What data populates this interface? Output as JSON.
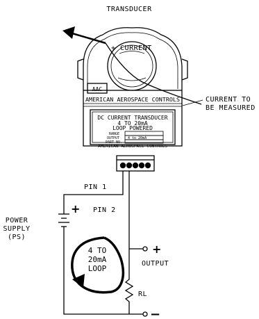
{
  "title": "TRANSDUCER",
  "current_arrow_label": "+ CURRENT",
  "logo_text": "AAC",
  "company_name": "AMERICAN AEROSPACE CONTROLS",
  "current_to_be_measured": [
    "CURRENT TO",
    "BE MEASURED"
  ],
  "nameplate": {
    "line1": "DC CURRENT TRANSDUCER",
    "line2": "4 TO 20mA",
    "line3": "LOOP POWERED",
    "range_label": "RANGE",
    "output_label": "OUTPUT",
    "output_value": "4 to 20mA",
    "part_label": "PART NO.",
    "footer": "AMERICAN AEROSPACE CONTROLS"
  },
  "pin1_label": "PIN 1",
  "pin2_label": "PIN 2",
  "power_supply_label": [
    "POWER",
    "SUPPLY",
    "(PS)"
  ],
  "ps_plus": "+",
  "loop_label": [
    "4 TO",
    "20mA",
    "LOOP"
  ],
  "output_label": "OUTPUT",
  "output_plus": "+",
  "rl_label": "RL",
  "bottom_minus": "−",
  "colors": {
    "line": "#000000",
    "background": "#ffffff"
  }
}
